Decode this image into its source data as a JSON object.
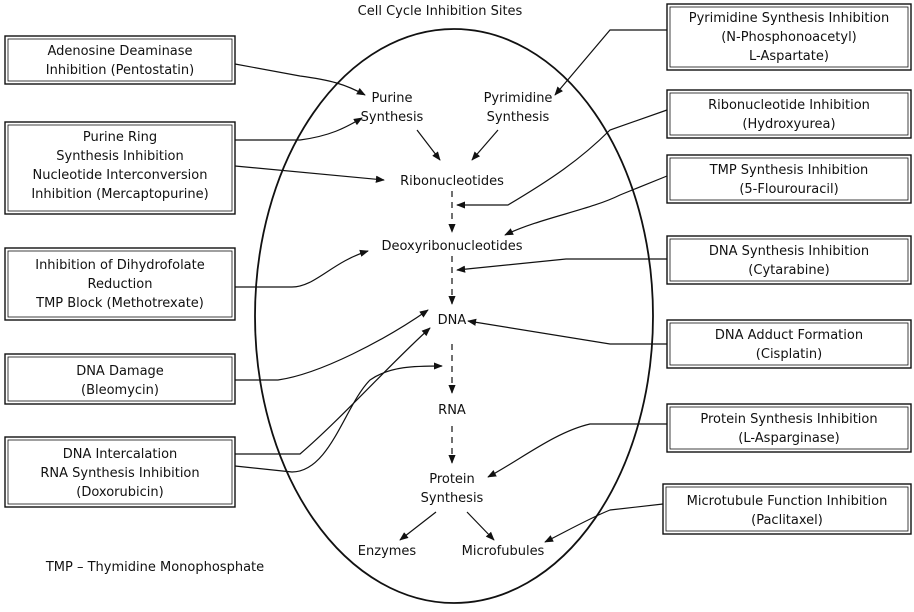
{
  "title": "Cell Cycle Inhibition Sites",
  "footnote": "TMP – Thymidine Monophosphate",
  "nodes": {
    "purine": [
      "Purine",
      "Synthesis"
    ],
    "pyrimidine": [
      "Pyrimidine",
      "Synthesis"
    ],
    "ribonucleotides": [
      "Ribonucleotides"
    ],
    "deoxyribonucleotides": [
      "Deoxyribonucleotides"
    ],
    "dna": [
      "DNA"
    ],
    "rna": [
      "RNA"
    ],
    "protein": [
      "Protein",
      "Synthesis"
    ],
    "enzymes": [
      "Enzymes"
    ],
    "microtubules": [
      "Microfubules"
    ]
  },
  "boxes": {
    "adenosine": [
      "Adenosine Deaminase",
      "Inhibition (Pentostatin)"
    ],
    "purine_ring": [
      "Purine Ring",
      "Synthesis Inhibition",
      "Nucleotide Interconversion",
      "Inhibition (Mercaptopurine)"
    ],
    "dihydrofolate": [
      "Inhibition of Dihydrofolate",
      "Reduction",
      "TMP Block (Methotrexate)"
    ],
    "dna_damage": [
      "DNA Damage",
      "(Bleomycin)"
    ],
    "intercalation": [
      "DNA Intercalation",
      "RNA Synthesis Inhibition",
      "(Doxorubicin)"
    ],
    "pyrimidine_inh": [
      "Pyrimidine Synthesis Inhibition",
      "(N-Phosphonoacetyl)",
      "L-Aspartate)"
    ],
    "ribonucleotide_inh": [
      "Ribonucleotide Inhibition",
      "(Hydroxyurea)"
    ],
    "tmp_inh": [
      "TMP Synthesis Inhibition",
      "(5-Flourouracil)"
    ],
    "dna_synth_inh": [
      "DNA Synthesis Inhibition",
      "(Cytarabine)"
    ],
    "dna_adduct": [
      "DNA Adduct Formation",
      "(Cisplatin)"
    ],
    "protein_inh": [
      "Protein Synthesis Inhibition",
      "(L-Asparginase)"
    ],
    "microtubule_inh": [
      "Microtubule Function Inhibition",
      "(Paclitaxel)"
    ]
  },
  "colors": {
    "ink": "#111111",
    "background": "#ffffff"
  }
}
